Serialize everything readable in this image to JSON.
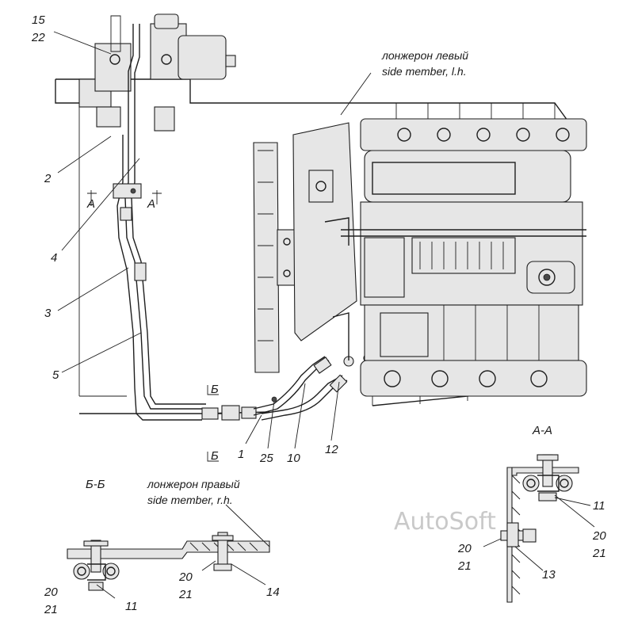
{
  "callouts": {
    "c15": "15",
    "c22": "22",
    "c2": "2",
    "c4": "4",
    "c3": "3",
    "c5": "5",
    "c1": "1",
    "c25": "25",
    "c10": "10",
    "c12": "12",
    "sectionA_left": "A",
    "sectionA_right": "A",
    "sectionB_top": "Б",
    "sectionB_bottom": "Б"
  },
  "captions": {
    "left_member_ru": "лонжерон левый",
    "left_member_en": "side member, l.h.",
    "right_member_ru": "лонжерон правый",
    "right_member_en": "side member, r.h."
  },
  "section_bb": {
    "title": "Б-Б",
    "c20": "20",
    "c21": "21",
    "c11": "11",
    "c20b": "20",
    "c21b": "21",
    "c14": "14"
  },
  "section_aa": {
    "title": "А-А",
    "c11": "11",
    "c20": "20",
    "c21": "21",
    "c20b": "20",
    "c21b": "21",
    "c13": "13"
  },
  "watermark": "AutoSoft"
}
